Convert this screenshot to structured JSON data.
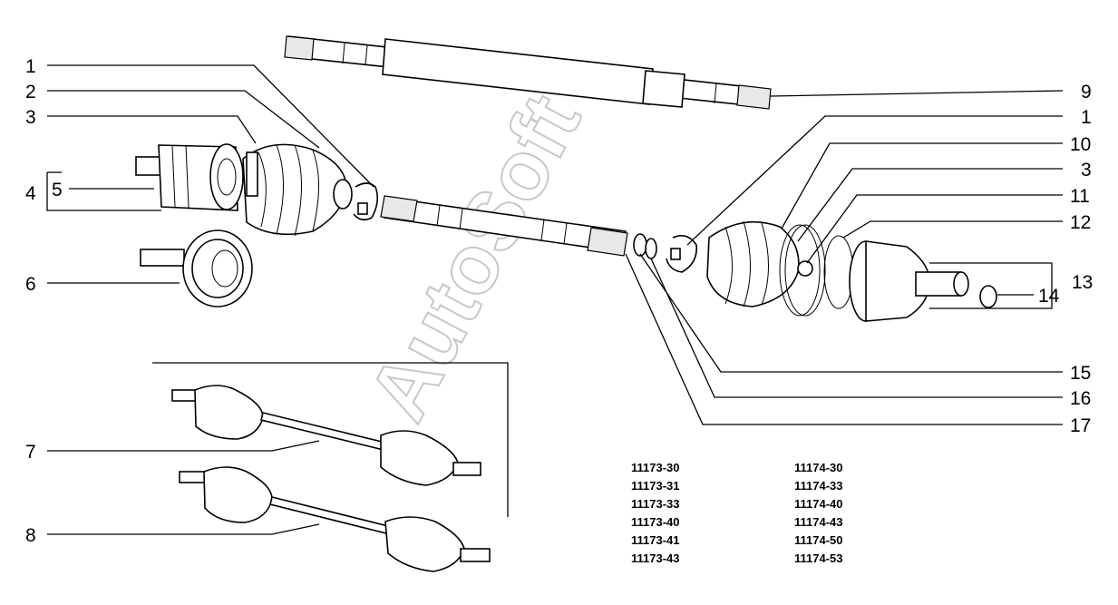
{
  "callouts": {
    "c1_left": "1",
    "c2": "2",
    "c3_left": "3",
    "c4": "4",
    "c5": "5",
    "c6": "6",
    "c7": "7",
    "c8": "8",
    "c9": "9",
    "c1_right": "1",
    "c10": "10",
    "c3_right": "3",
    "c11": "11",
    "c12": "12",
    "c13": "13",
    "c14": "14",
    "c15": "15",
    "c16": "16",
    "c17": "17"
  },
  "part_numbers": {
    "column_left": [
      "11173-30",
      "11173-31",
      "11173-33",
      "11173-40",
      "11173-41",
      "11173-43"
    ],
    "column_right": [
      "11174-30",
      "11174-33",
      "11174-40",
      "11174-43",
      "11174-50",
      "11174-53"
    ]
  },
  "watermark": "AutoSoft"
}
